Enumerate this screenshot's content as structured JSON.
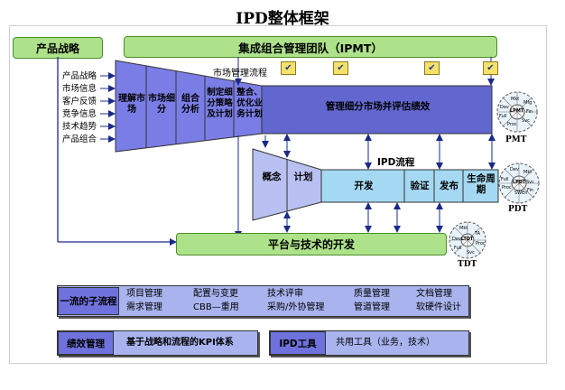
{
  "title": "IPD整体框架",
  "product_strategy": "产品战略",
  "ipmt_bar": "集成组合管理团队（IPMT）",
  "market_flow_label": "市场管理流程",
  "inputs": [
    "产品战略",
    "市场信息",
    "客户反馈",
    "竞争信息",
    "技术趋势",
    "产品组合"
  ],
  "market_steps": [
    "理解市场",
    "市场细分",
    "组合分析",
    "制定细分策略及计划",
    "整合、优化业务计划"
  ],
  "market_bar": "管理细分市场并评估绩效",
  "ipd_flow_label": "IPD流程",
  "ipd_steps": [
    "概念",
    "计划",
    "开发",
    "验证",
    "发布",
    "生命周期"
  ],
  "platform_bar": "平台与技术的开发",
  "circles": {
    "pmt": {
      "label": "PMT",
      "center": "LPMT",
      "items": [
        "Mkt",
        "Mfg",
        "Dev",
        "Fin",
        "Svc",
        "Full",
        "Proc"
      ]
    },
    "pdt": {
      "label": "PDT",
      "center": "LPDT",
      "items": [
        "Dev",
        "Mkt",
        "Full",
        "Proc",
        "Svc",
        "SWEn",
        "Fin"
      ]
    },
    "tdt": {
      "label": "TDT",
      "center": "LTDT",
      "items": [
        "Mkt",
        "TA",
        "Dev",
        "Proc",
        "Full",
        "Svc"
      ]
    }
  },
  "subprocesses": {
    "label": "一流的子流程",
    "row1": [
      "项目管理",
      "配置与变更",
      "技术评审",
      "质量管理",
      "文档管理"
    ],
    "row2": [
      "需求管理",
      "CBB—重用",
      "采购/外协管理",
      "管道管理",
      "软硬件设计"
    ]
  },
  "performance": {
    "label": "绩效管理",
    "text": "基于战略和流程的KPI体系"
  },
  "tools": {
    "label": "IPD工具",
    "text": "共用工具（业务，技术）"
  },
  "colors": {
    "funnel": "#7b7de6",
    "funnel_dark": "#6266cf",
    "ipd": "#b9c0f2",
    "ipd_bar": "#a5d9f3",
    "green": "#aee28a"
  }
}
